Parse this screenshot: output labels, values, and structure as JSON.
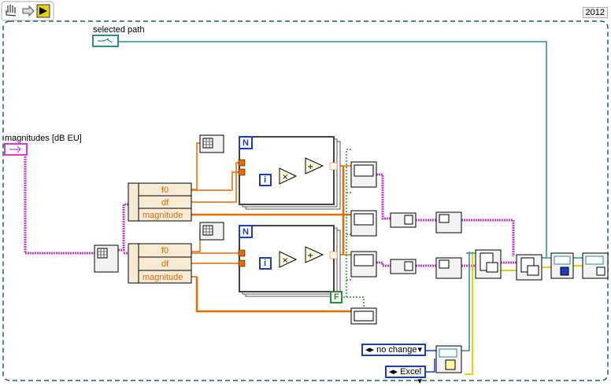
{
  "toolbar": {
    "icons": [
      "hand-icon",
      "arrow-icon",
      "run-icon"
    ]
  },
  "version": "2012",
  "controls": {
    "selected_path": "selected path",
    "magnitudes": "magnitudes [dB EU]"
  },
  "cluster_fields": [
    "f0",
    "df",
    "magnitude"
  ],
  "for_loop": {
    "count_terminal": "N",
    "iteration_terminal": "i"
  },
  "constants": {
    "boolean": "F",
    "enum_mode": "no change",
    "enum_format": "Excel"
  },
  "colors": {
    "frame_dash": "#1b5f73",
    "orange_wire": "#e56b00",
    "pink_wire": "#d23cd2",
    "blue_wire": "#1a3cc8",
    "teal_wire": "#2c8a9a",
    "yellow_wire": "#e2d200",
    "green_wire": "#2e8b3a"
  }
}
